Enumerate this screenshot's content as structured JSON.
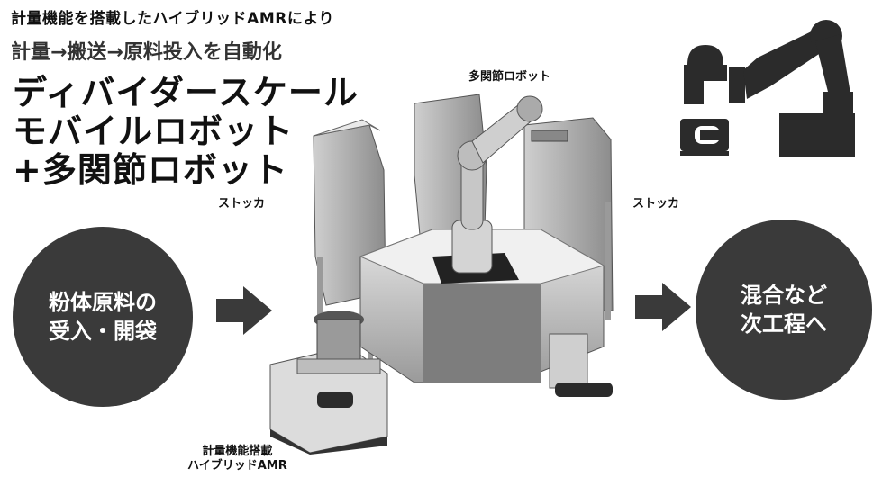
{
  "header": {
    "line1": "計量機能を搭載したハイブリッドAMRにより",
    "line2": "計量→搬送→原料投入を自動化"
  },
  "title": {
    "lines": [
      "ディバイダースケール",
      "モバイルロボット",
      "+多関節ロボット"
    ]
  },
  "labels": {
    "robot_arm": "多関節ロボット",
    "stocker_left": "ストッカ",
    "stocker_right": "ストッカ",
    "amr_line1": "計量機能搭載",
    "amr_line2": "ハイブリッドAMR"
  },
  "flow": {
    "left_circle": [
      "粉体原料の",
      "受入・開袋"
    ],
    "right_circle": [
      "混合など",
      "次工程へ"
    ]
  },
  "icons": [
    "collaborative-robot-icon",
    "right-arrow-icon",
    "mobile-robot-icon"
  ],
  "colors": {
    "circle_fill": "#3a3a3a",
    "arrow_fill": "#3a3a3a",
    "icon_fill": "#2b2b2b",
    "background": "#ffffff"
  }
}
